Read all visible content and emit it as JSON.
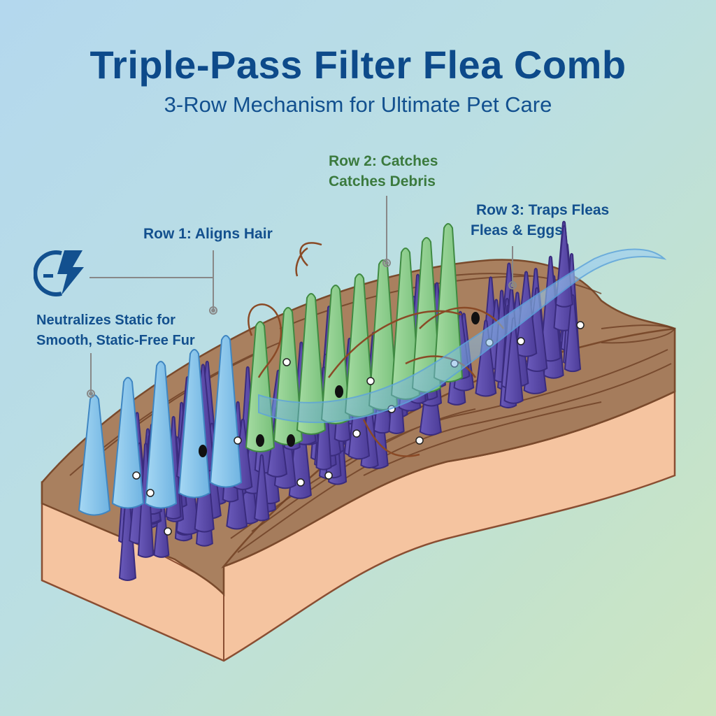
{
  "header": {
    "title": "Triple-Pass Filter Flea Comb",
    "subtitle": "3-Row Mechanism for Ultimate Pet Care"
  },
  "callouts": {
    "row1": {
      "label": "Row 1: Aligns Hair"
    },
    "static": {
      "line1": "Neutralizes Static for",
      "line2": "Smooth, Static-Free Fur",
      "icon": "anti-static-lightning-icon"
    },
    "row2": {
      "line1": "Row 2: Catches",
      "line2": "Catches Debris"
    },
    "row3": {
      "line1": "Row 3: Traps Fleas",
      "line2": "Fleas & Eggs"
    }
  },
  "colors": {
    "title": "#0d4a8a",
    "row1_teeth": "#8ec9ec",
    "row2_teeth": "#8fcf8e",
    "row3_teeth": "#5a4aa8",
    "fur": "#a87f60",
    "skin": "#f7c8a4",
    "filter_band": "#7fb8e6",
    "label_green": "#3b7a3e",
    "label_blue": "#13508e"
  }
}
